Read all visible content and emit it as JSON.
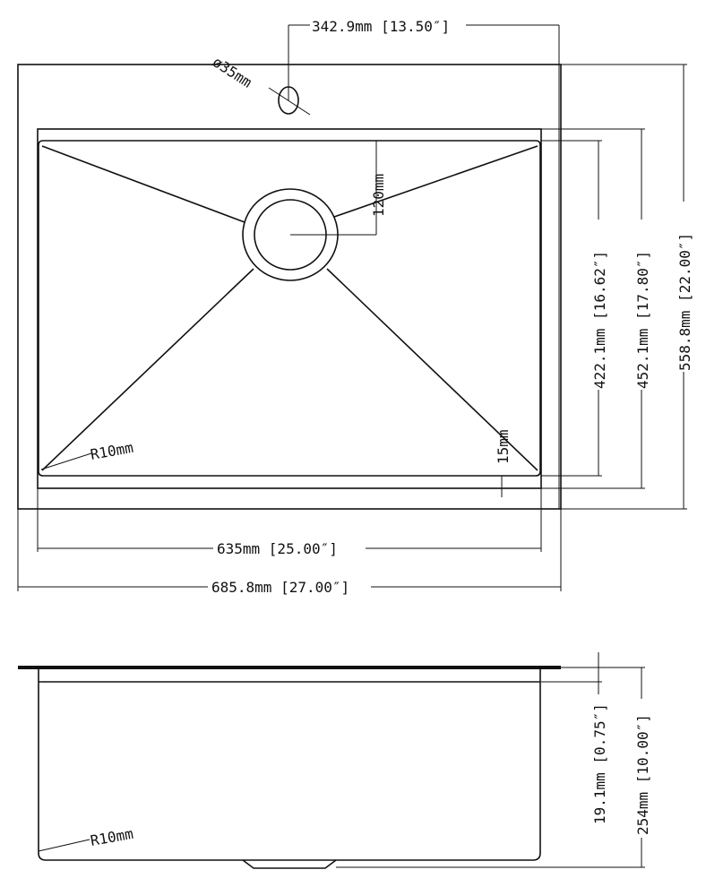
{
  "top_view": {
    "faucet_offset": "342.9mm [13.50″]",
    "faucet_hole": "ø35mm",
    "drain_offset": "120mm",
    "bowl_length": "422.1mm [16.62″]",
    "inner_length": "452.1mm [17.80″]",
    "overall_length": "558.8mm [22.00″]",
    "corner_radius": "R10mm",
    "rim": "15mm",
    "bowl_width": "635mm [25.00″]",
    "overall_width": "685.8mm [27.00″]"
  },
  "side_view": {
    "flange_height": "19.1mm [0.75″]",
    "depth": "254mm [10.00″]",
    "corner_radius": "R10mm"
  }
}
